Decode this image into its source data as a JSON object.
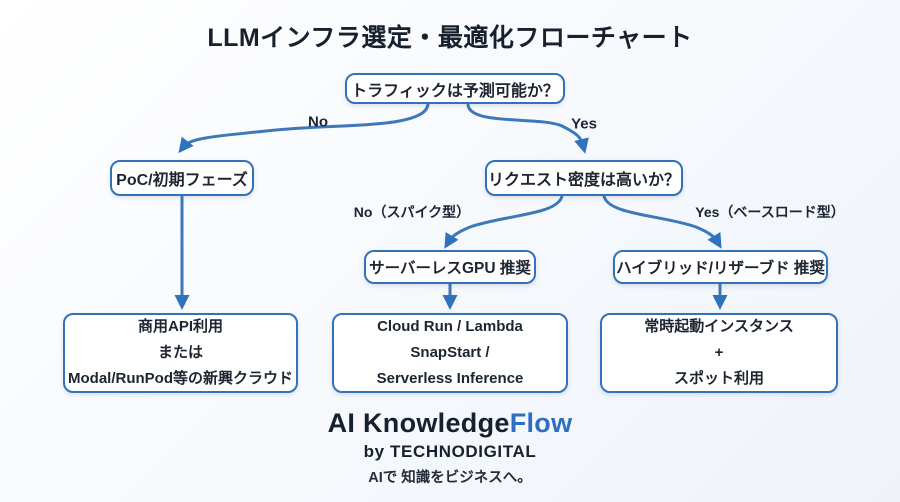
{
  "title": "LLMインフラ選定・最適化フローチャート",
  "colors": {
    "accent_blue": "#3273b8",
    "arrow_blue": "#3d79b9",
    "text_dark": "#1d2531",
    "brand_flow_blue": "#2e6fc0",
    "background": "#f4f7fb"
  },
  "flowchart": {
    "nodes": {
      "q_traffic": {
        "label": "トラフィックは予測可能か？"
      },
      "poc": {
        "label": "PoC/初期フェーズ"
      },
      "q_density": {
        "label": "リクエスト密度は高いか？"
      },
      "serverless": {
        "label": "サーバーレスGPU 推奨"
      },
      "hybrid": {
        "label": "ハイブリッド/リザーブド 推奨"
      },
      "result_poc": {
        "lines": [
          "商用API利用",
          "または",
          "Modal/RunPod等の新興クラウド"
        ]
      },
      "result_serverless": {
        "lines": [
          "Cloud Run / Lambda",
          "SnapStart /",
          "Serverless Inference"
        ]
      },
      "result_hybrid": {
        "lines": [
          "常時起動インスタンス",
          "+",
          "スポット利用"
        ]
      }
    },
    "edge_labels": {
      "no": "No",
      "yes": "Yes",
      "no_spike": "No（スパイク型）",
      "yes_baseload": "Yes（ベースロード型）"
    }
  },
  "footer": {
    "brand_dark": "AI Knowledge",
    "brand_blue": "Flow",
    "byline": "by TECHNODIGITAL",
    "tagline": "AIで 知識をビジネスへ。"
  }
}
